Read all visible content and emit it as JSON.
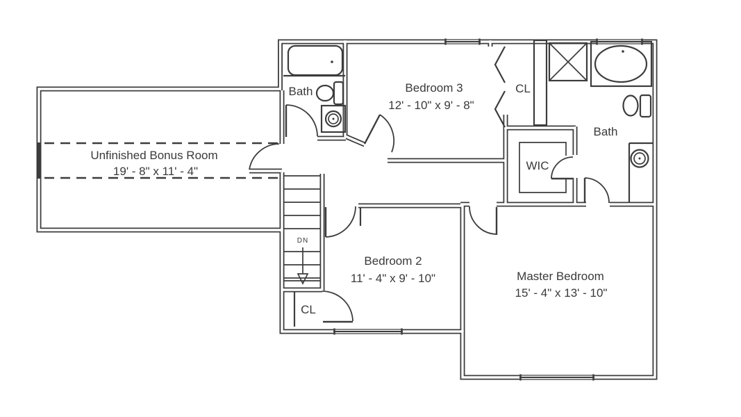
{
  "plan": {
    "rooms": {
      "bonus": {
        "name": "Unfinished Bonus Room",
        "dims": "19' - 8\" x 11' - 4\""
      },
      "bath_upper": {
        "name": "Bath"
      },
      "bedroom3": {
        "name": "Bedroom 3",
        "dims": "12' - 10\" x 9' - 8\""
      },
      "closet_upper": {
        "name": "CL"
      },
      "bath_master": {
        "name": "Bath"
      },
      "wic": {
        "name": "WIC"
      },
      "bedroom2": {
        "name": "Bedroom 2",
        "dims": "11' - 4\" x 9' - 10\""
      },
      "master": {
        "name": "Master Bedroom",
        "dims": "15' - 4\" x 13' - 10\""
      },
      "closet_lower": {
        "name": "CL"
      }
    },
    "stairs": {
      "label": "DN"
    },
    "colors": {
      "line": "#3c3c3c",
      "text": "#3a3a3a",
      "background": "#ffffff"
    }
  }
}
